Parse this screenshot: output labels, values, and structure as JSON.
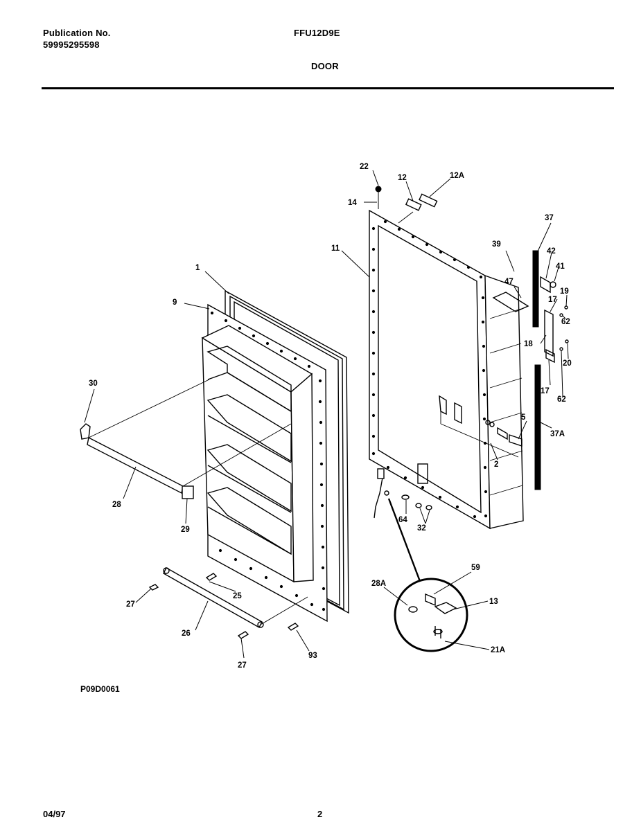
{
  "header": {
    "publication_label": "Publication No.",
    "publication_number": "59995295598",
    "model": "FFU12D9E",
    "section": "DOOR"
  },
  "footer": {
    "reference": "P09D0061",
    "date": "04/97",
    "page": "2"
  },
  "callouts": {
    "c22": "22",
    "c12": "12",
    "c12A": "12A",
    "c14": "14",
    "c11": "11",
    "c37": "37",
    "c39": "39",
    "c42": "42",
    "c41": "41",
    "c47": "47",
    "c17a": "17",
    "c19": "19",
    "c62a": "62",
    "c18": "18",
    "c20": "20",
    "c17b": "17",
    "c62b": "62",
    "c5": "5",
    "c37A": "37A",
    "c2": "2",
    "c64": "64",
    "c32": "32",
    "c1": "1",
    "c9": "9",
    "c30": "30",
    "c28": "28",
    "c29": "29",
    "c27a": "27",
    "c25": "25",
    "c26": "26",
    "c27b": "27",
    "c93": "93",
    "c28A": "28A",
    "c59": "59",
    "c13": "13",
    "c21A": "21A"
  }
}
